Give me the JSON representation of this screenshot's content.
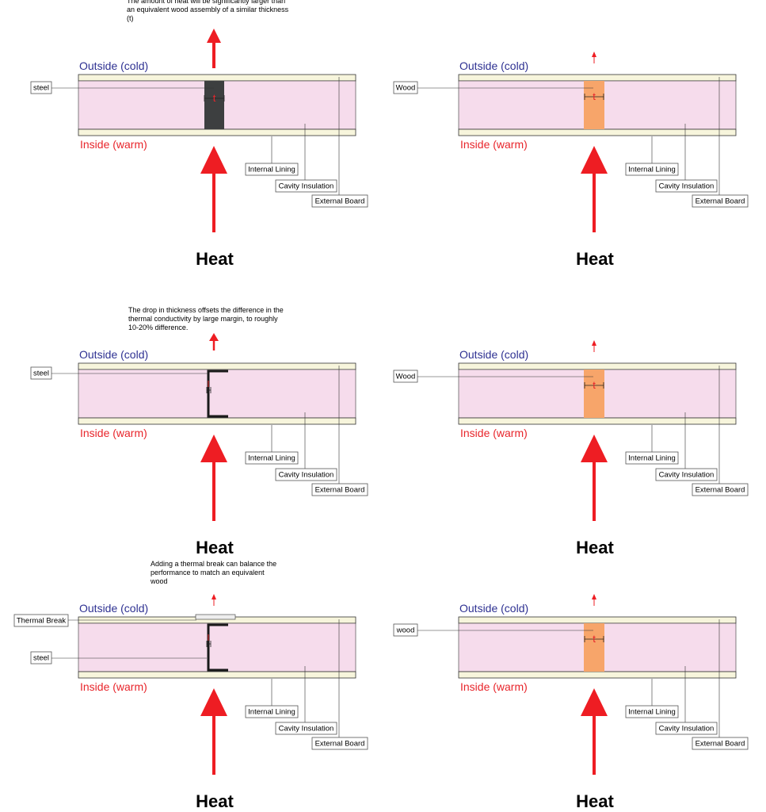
{
  "colors": {
    "outside_text": "#2e3192",
    "inside_text": "#e8252b",
    "arrow": "#ee1d23",
    "board": "#f7f5dc",
    "insulation": "#f6dcec",
    "steel": "#3d3f40",
    "wood": "#f7a56a",
    "label_border": "#555555"
  },
  "panels": [
    {
      "id": "steel-solid",
      "kind": "steel-solid",
      "outside_label": "Outside (cold)",
      "inside_label": "Inside (warm)",
      "heat_label": "Heat",
      "note": [
        "The amount of heat will be significantly larger than",
        "an equivalent wood assembly of a similar thickness",
        "(t)"
      ],
      "stud_label": "steel",
      "t_label": "t",
      "lining_label": "Internal Lining",
      "insulation_label": "Cavity Insulation",
      "board_label": "External Board"
    },
    {
      "id": "wood-1",
      "kind": "wood",
      "outside_label": "Outside (cold)",
      "inside_label": "Inside (warm)",
      "heat_label": "Heat",
      "note": [],
      "stud_label": "Wood",
      "t_label": "t",
      "lining_label": "Internal Lining",
      "insulation_label": "Cavity Insulation",
      "board_label": "External Board"
    },
    {
      "id": "steel-channel",
      "kind": "steel-channel",
      "outside_label": "Outside (cold)",
      "inside_label": "Inside (warm)",
      "heat_label": "Heat",
      "note": [
        "The drop in thickness offsets the difference in the",
        "thermal conductivity by large margin, to roughly",
        "10-20% difference."
      ],
      "stud_label": "steel",
      "t_label": "",
      "lining_label": "Internal Lining",
      "insulation_label": "Cavity Insulation",
      "board_label": "External Board"
    },
    {
      "id": "wood-2",
      "kind": "wood",
      "outside_label": "Outside (cold)",
      "inside_label": "Inside (warm)",
      "heat_label": "Heat",
      "note": [],
      "stud_label": "Wood",
      "t_label": "t",
      "lining_label": "Internal Lining",
      "insulation_label": "Cavity Insulation",
      "board_label": "External Board"
    },
    {
      "id": "steel-thermal-break",
      "kind": "steel-break",
      "outside_label": "Outside (cold)",
      "inside_label": "Inside (warm)",
      "heat_label": "Heat",
      "note": [
        "Adding a thermal break can balance the",
        "performance to match an equivalent",
        "wood"
      ],
      "stud_label": "steel",
      "break_label": "Thermal Break",
      "t_label": "",
      "lining_label": "Internal Lining",
      "insulation_label": "Cavity Insulation",
      "board_label": "External Board"
    },
    {
      "id": "wood-3",
      "kind": "wood",
      "outside_label": "Outside (cold)",
      "inside_label": "Inside (warm)",
      "heat_label": "Heat",
      "note": [],
      "stud_label": "wood",
      "t_label": "t",
      "lining_label": "Internal Lining",
      "insulation_label": "Cavity Insulation",
      "board_label": "External Board"
    }
  ]
}
